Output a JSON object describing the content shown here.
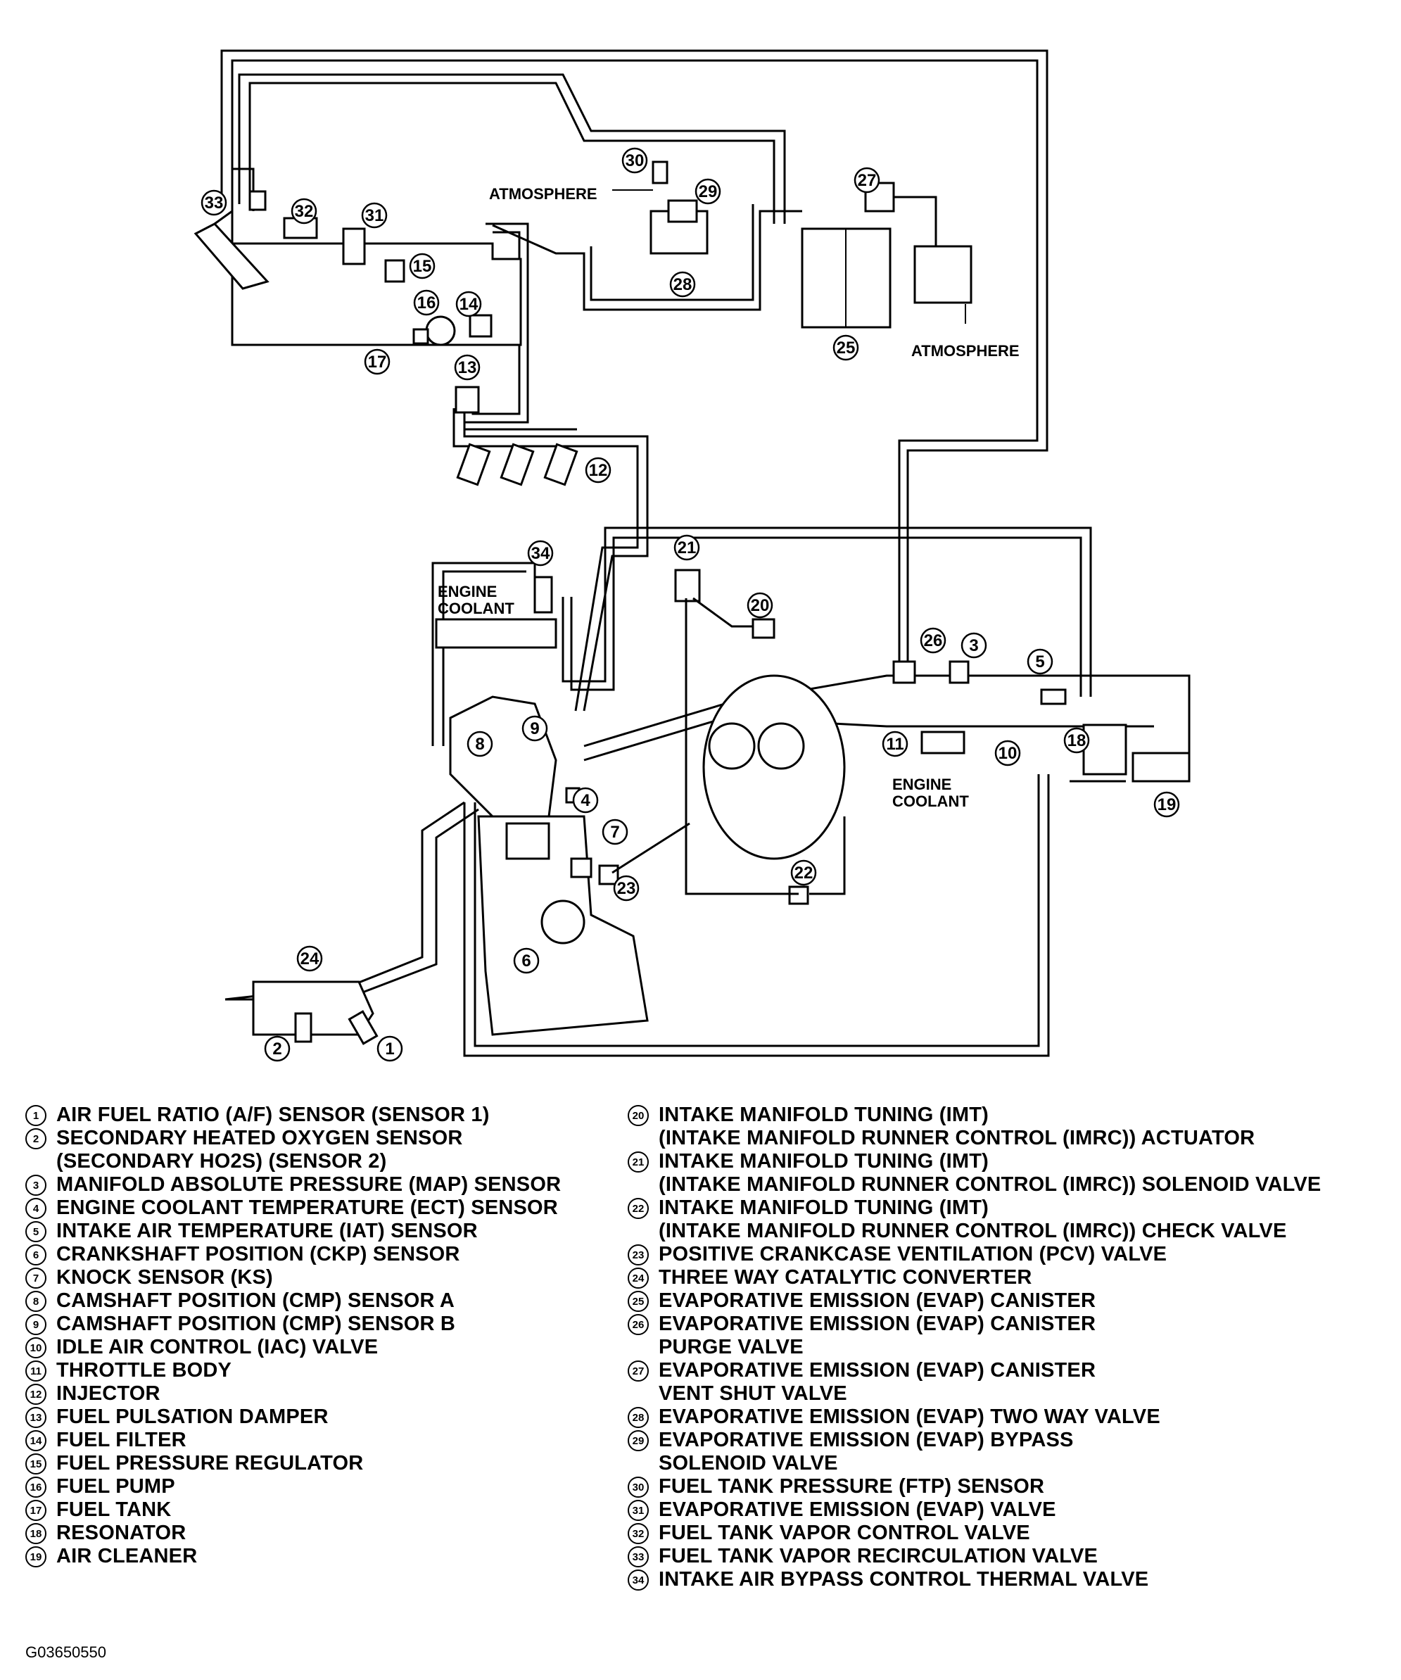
{
  "labels": {
    "atmosphere_1": "ATMOSPHERE",
    "atmosphere_2": "ATMOSPHERE",
    "engine_coolant_1": "ENGINE\nCOOLANT",
    "engine_coolant_2": "ENGINE\nCOOLANT"
  },
  "callouts": [
    "1",
    "2",
    "3",
    "4",
    "5",
    "6",
    "7",
    "8",
    "9",
    "10",
    "11",
    "12",
    "13",
    "14",
    "15",
    "16",
    "17",
    "18",
    "19",
    "20",
    "21",
    "22",
    "23",
    "24",
    "25",
    "26",
    "27",
    "28",
    "29",
    "30",
    "31",
    "32",
    "33",
    "34"
  ],
  "legend_left": [
    {
      "num": "1",
      "text": "AIR FUEL RATIO (A/F) SENSOR (SENSOR 1)"
    },
    {
      "num": "2",
      "text": "SECONDARY HEATED OXYGEN SENSOR\n(SECONDARY HO2S) (SENSOR 2)"
    },
    {
      "num": "3",
      "text": "MANIFOLD ABSOLUTE PRESSURE (MAP) SENSOR"
    },
    {
      "num": "4",
      "text": "ENGINE COOLANT TEMPERATURE (ECT) SENSOR"
    },
    {
      "num": "5",
      "text": "INTAKE AIR TEMPERATURE (IAT) SENSOR"
    },
    {
      "num": "6",
      "text": "CRANKSHAFT POSITION (CKP) SENSOR"
    },
    {
      "num": "7",
      "text": "KNOCK SENSOR (KS)"
    },
    {
      "num": "8",
      "text": "CAMSHAFT POSITION (CMP) SENSOR A"
    },
    {
      "num": "9",
      "text": "CAMSHAFT POSITION (CMP) SENSOR B"
    },
    {
      "num": "10",
      "text": "IDLE AIR CONTROL (IAC) VALVE"
    },
    {
      "num": "11",
      "text": "THROTTLE BODY"
    },
    {
      "num": "12",
      "text": "INJECTOR"
    },
    {
      "num": "13",
      "text": "FUEL PULSATION DAMPER"
    },
    {
      "num": "14",
      "text": "FUEL FILTER"
    },
    {
      "num": "15",
      "text": "FUEL PRESSURE REGULATOR"
    },
    {
      "num": "16",
      "text": "FUEL PUMP"
    },
    {
      "num": "17",
      "text": "FUEL TANK"
    },
    {
      "num": "18",
      "text": "RESONATOR"
    },
    {
      "num": "19",
      "text": "AIR CLEANER"
    }
  ],
  "legend_right": [
    {
      "num": "20",
      "text": "INTAKE MANIFOLD TUNING (IMT)\n(INTAKE MANIFOLD RUNNER CONTROL (IMRC)) ACTUATOR"
    },
    {
      "num": "21",
      "text": "INTAKE MANIFOLD TUNING (IMT)\n(INTAKE MANIFOLD RUNNER CONTROL (IMRC)) SOLENOID VALVE"
    },
    {
      "num": "22",
      "text": "INTAKE MANIFOLD TUNING (IMT)\n(INTAKE MANIFOLD RUNNER CONTROL (IMRC)) CHECK VALVE"
    },
    {
      "num": "23",
      "text": "POSITIVE CRANKCASE VENTILATION (PCV) VALVE"
    },
    {
      "num": "24",
      "text": "THREE WAY CATALYTIC CONVERTER"
    },
    {
      "num": "25",
      "text": "EVAPORATIVE EMISSION (EVAP) CANISTER"
    },
    {
      "num": "26",
      "text": "EVAPORATIVE EMISSION (EVAP) CANISTER\nPURGE VALVE"
    },
    {
      "num": "27",
      "text": "EVAPORATIVE EMISSION (EVAP) CANISTER\nVENT SHUT VALVE"
    },
    {
      "num": "28",
      "text": "EVAPORATIVE EMISSION (EVAP) TWO WAY VALVE"
    },
    {
      "num": "29",
      "text": "EVAPORATIVE EMISSION (EVAP) BYPASS\nSOLENOID VALVE"
    },
    {
      "num": "30",
      "text": "FUEL TANK PRESSURE (FTP) SENSOR"
    },
    {
      "num": "31",
      "text": "EVAPORATIVE EMISSION (EVAP) VALVE"
    },
    {
      "num": "32",
      "text": "FUEL TANK VAPOR CONTROL VALVE"
    },
    {
      "num": "33",
      "text": "FUEL TANK VAPOR RECIRCULATION VALVE"
    },
    {
      "num": "34",
      "text": "INTAKE AIR BYPASS CONTROL THERMAL VALVE"
    }
  ],
  "figure_id": "G03650550"
}
